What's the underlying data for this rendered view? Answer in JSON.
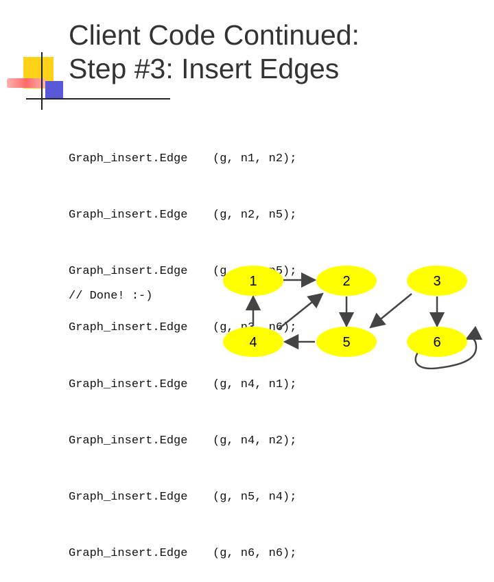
{
  "title": {
    "line1": "Client Code Continued:",
    "line2": "Step #3: Insert Edges"
  },
  "code": [
    {
      "fn": "Graph_insert.Edge",
      "args": "(g, n1, n2);"
    },
    {
      "fn": "Graph_insert.Edge",
      "args": "(g, n2, n5);"
    },
    {
      "fn": "Graph_insert.Edge",
      "args": "(g, n3, n5);"
    },
    {
      "fn": "Graph_insert.Edge",
      "args": "(g, n3, n6);"
    },
    {
      "fn": "Graph_insert.Edge",
      "args": "(g, n4, n1);"
    },
    {
      "fn": "Graph_insert.Edge",
      "args": "(g, n4, n2);"
    },
    {
      "fn": "Graph_insert.Edge",
      "args": "(g, n5, n4);"
    },
    {
      "fn": "Graph_insert.Edge",
      "args": "(g, n6, n6);"
    }
  ],
  "done": "// Done! :-)",
  "graph": {
    "node_color": "#ffff00",
    "nodes": [
      "1",
      "2",
      "3",
      "4",
      "5",
      "6"
    ]
  }
}
